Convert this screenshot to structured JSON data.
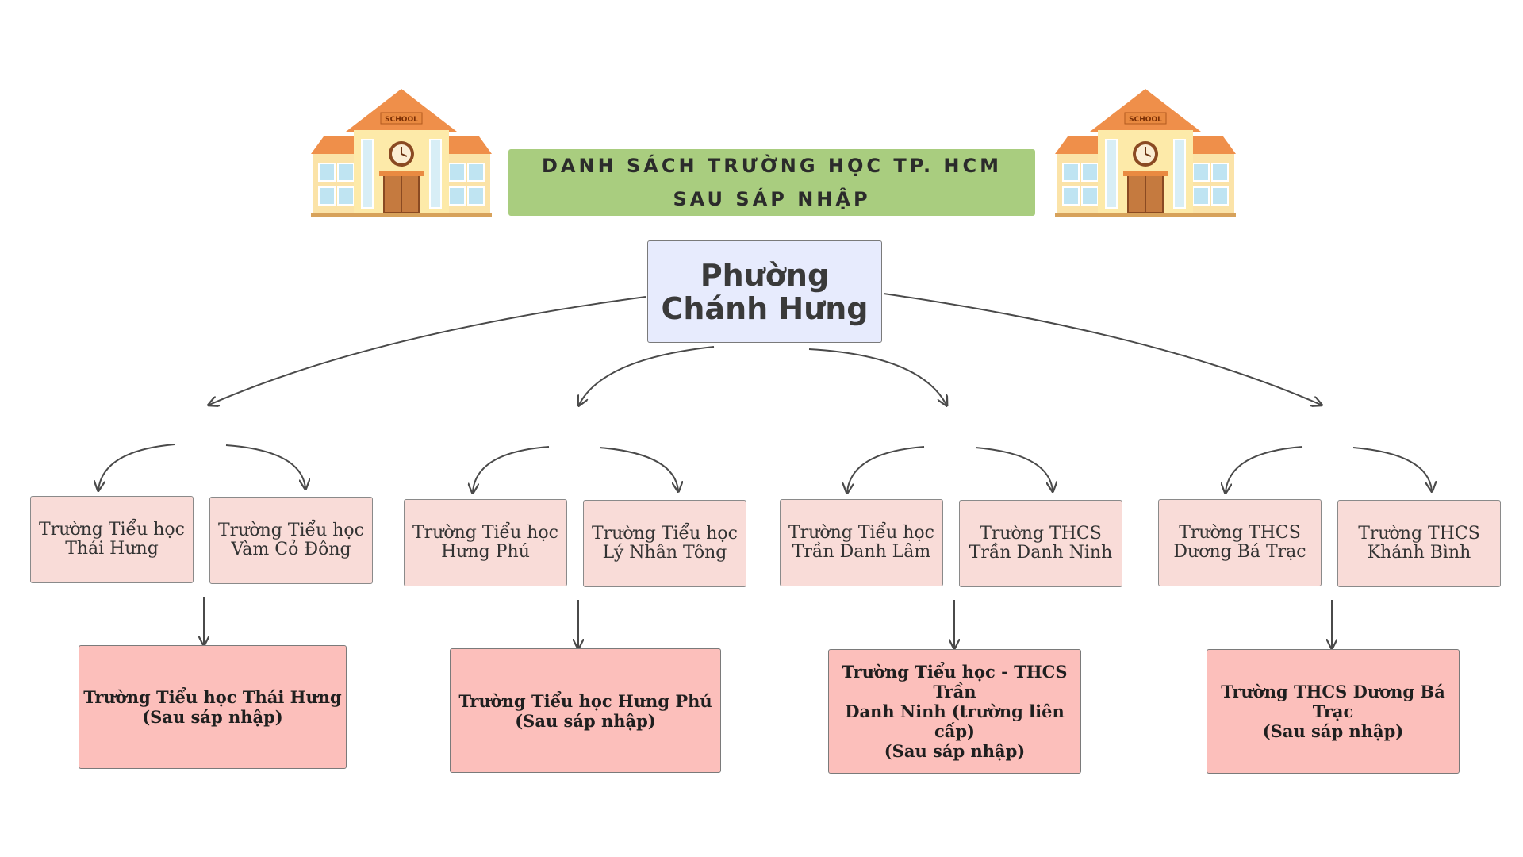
{
  "title": {
    "line1": "DANH SÁCH TRƯỜNG HỌC TP. HCM",
    "line2": "SAU SÁP NHẬP"
  },
  "root": {
    "line1": "Phường",
    "line2": "Chánh Hưng"
  },
  "illustrations": {
    "sign_text": "SCHOOL",
    "icon": "school-building-icon"
  },
  "groups": [
    {
      "schools": [
        {
          "line1": "Trường Tiểu học",
          "line2": "Thái Hưng"
        },
        {
          "line1": "Trường Tiểu học",
          "line2": "Vàm Cỏ Đông"
        }
      ],
      "merged": {
        "lines": [
          "Trường Tiểu học Thái Hưng"
        ],
        "note": "(Sau sáp nhập)"
      }
    },
    {
      "schools": [
        {
          "line1": "Trường Tiểu học",
          "line2": "Hưng Phú"
        },
        {
          "line1": "Trường Tiểu học",
          "line2": "Lý Nhân Tông"
        }
      ],
      "merged": {
        "lines": [
          "Trường Tiểu học Hưng Phú"
        ],
        "note": "(Sau sáp nhập)"
      }
    },
    {
      "schools": [
        {
          "line1": "Trường Tiểu học",
          "line2": "Trần Danh Lâm"
        },
        {
          "line1": "Trường THCS",
          "line2": "Trần Danh Ninh"
        }
      ],
      "merged": {
        "lines": [
          "Trường Tiểu học - THCS Trần",
          "Danh Ninh (trường liên cấp)"
        ],
        "note": "(Sau sáp nhập)"
      }
    },
    {
      "schools": [
        {
          "line1": "Trường THCS",
          "line2": "Dương Bá Trạc"
        },
        {
          "line1": "Trường THCS",
          "line2": "Khánh Bình"
        }
      ],
      "merged": {
        "lines": [
          "Trường THCS Dương Bá Trạc"
        ],
        "note": "(Sau sáp nhập)"
      }
    }
  ],
  "colors": {
    "title_banner": "#a9cd7f",
    "root_node": "#e7ebfd",
    "school_node": "#f9dcd8",
    "merged_node": "#fcbfbb",
    "connector": "#4a4a4a"
  }
}
